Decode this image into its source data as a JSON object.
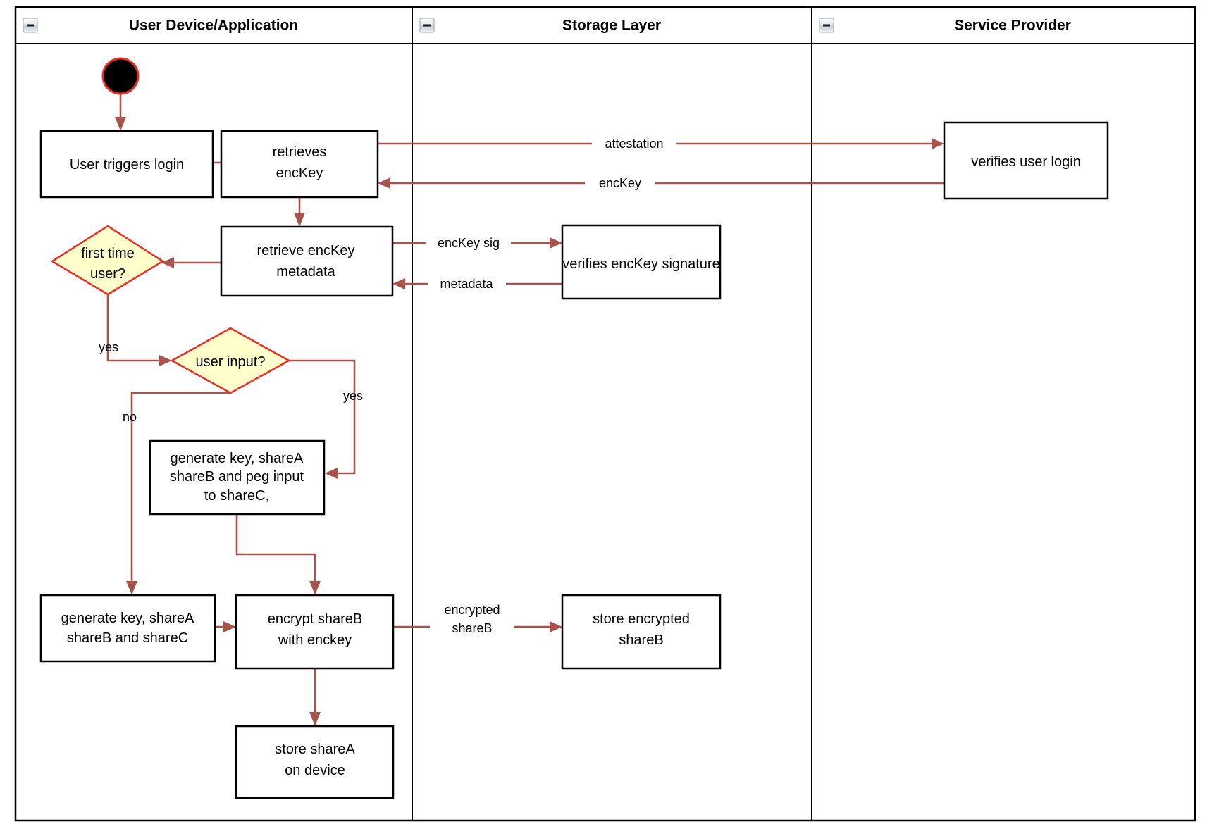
{
  "diagram": {
    "type": "uml-activity-swimlane",
    "title": "Login / key-share provisioning flow",
    "colors": {
      "flow_arrow": "#a9534d",
      "decision_fill": "#ffffcc",
      "decision_stroke": "#ee2b24",
      "node_fill": "#ffffff",
      "node_stroke": "#000000",
      "start_node_fill": "#000000",
      "start_node_stroke": "#ee2b24",
      "lane_divider": "#000000"
    },
    "lanes": [
      {
        "id": "lane-user-device",
        "label": "User Device/Application",
        "collapse_icon": "collapse-minus-icon"
      },
      {
        "id": "lane-storage",
        "label": "Storage Layer",
        "collapse_icon": "collapse-minus-icon"
      },
      {
        "id": "lane-service-provider",
        "label": "Service Provider",
        "collapse_icon": "collapse-minus-icon"
      }
    ],
    "nodes": [
      {
        "id": "start",
        "kind": "start",
        "lane": "lane-user-device",
        "label": ""
      },
      {
        "id": "user-triggers-login",
        "kind": "action",
        "lane": "lane-user-device",
        "lines": [
          "User triggers login"
        ]
      },
      {
        "id": "retrieves-enckey",
        "kind": "action",
        "lane": "lane-user-device",
        "lines": [
          "retrieves",
          "encKey"
        ]
      },
      {
        "id": "verifies-user-login",
        "kind": "action",
        "lane": "lane-service-provider",
        "lines": [
          "verifies user login"
        ]
      },
      {
        "id": "retrieve-enckey-metadata",
        "kind": "action",
        "lane": "lane-user-device",
        "lines": [
          "retrieve encKey",
          "metadata"
        ]
      },
      {
        "id": "verifies-enckey-signature",
        "kind": "action",
        "lane": "lane-storage",
        "lines": [
          "verifies encKey signature"
        ]
      },
      {
        "id": "first-time-user",
        "kind": "decision",
        "lane": "lane-user-device",
        "lines": [
          "first time",
          "user?"
        ]
      },
      {
        "id": "user-input",
        "kind": "decision",
        "lane": "lane-user-device",
        "lines": [
          "user input?"
        ]
      },
      {
        "id": "generate-peg-input",
        "kind": "action",
        "lane": "lane-user-device",
        "lines": [
          "generate key, shareA",
          "shareB and peg input",
          "to shareC,"
        ]
      },
      {
        "id": "generate-shares",
        "kind": "action",
        "lane": "lane-user-device",
        "lines": [
          "generate key, shareA",
          "shareB and shareC"
        ]
      },
      {
        "id": "encrypt-shareb",
        "kind": "action",
        "lane": "lane-user-device",
        "lines": [
          "encrypt shareB",
          "with enckey"
        ]
      },
      {
        "id": "store-encrypted-shareb",
        "kind": "action",
        "lane": "lane-storage",
        "lines": [
          "store encrypted",
          "shareB"
        ]
      },
      {
        "id": "store-sharea-on-device",
        "kind": "action",
        "lane": "lane-user-device",
        "lines": [
          "store shareA",
          "on device"
        ]
      }
    ],
    "edges": [
      {
        "id": "e-start",
        "from": "start",
        "to": "user-triggers-login",
        "label": ""
      },
      {
        "id": "e-login-retrieve",
        "from": "user-triggers-login",
        "to": "retrieves-enckey",
        "label": ""
      },
      {
        "id": "e-attestation",
        "from": "retrieves-enckey",
        "to": "verifies-user-login",
        "label": "attestation"
      },
      {
        "id": "e-enckey-back",
        "from": "verifies-user-login",
        "to": "retrieves-enckey",
        "label": "encKey"
      },
      {
        "id": "e-retrieve-meta",
        "from": "retrieves-enckey",
        "to": "retrieve-enckey-metadata",
        "label": ""
      },
      {
        "id": "e-enckey-sig",
        "from": "retrieve-enckey-metadata",
        "to": "verifies-enckey-signature",
        "label": "encKey sig"
      },
      {
        "id": "e-metadata",
        "from": "verifies-enckey-signature",
        "to": "retrieve-enckey-metadata",
        "label": "metadata"
      },
      {
        "id": "e-meta-firsttime",
        "from": "retrieve-enckey-metadata",
        "to": "first-time-user",
        "label": ""
      },
      {
        "id": "e-firsttime-yes",
        "from": "first-time-user",
        "to": "user-input",
        "label": "yes"
      },
      {
        "id": "e-userinput-yes",
        "from": "user-input",
        "to": "generate-peg-input",
        "label": "yes"
      },
      {
        "id": "e-userinput-no",
        "from": "user-input",
        "to": "generate-shares",
        "label": "no"
      },
      {
        "id": "e-peg-encrypt",
        "from": "generate-peg-input",
        "to": "encrypt-shareb",
        "label": ""
      },
      {
        "id": "e-shares-encrypt",
        "from": "generate-shares",
        "to": "encrypt-shareb",
        "label": ""
      },
      {
        "id": "e-encrypted-shareb",
        "from": "encrypt-shareb",
        "to": "store-encrypted-shareb",
        "label": "encrypted shareB",
        "label_lines": [
          "encrypted",
          "shareB"
        ]
      },
      {
        "id": "e-store-sharea",
        "from": "encrypt-shareb",
        "to": "store-sharea-on-device",
        "label": ""
      }
    ],
    "labels": {
      "attestation": "attestation",
      "enckey": "encKey",
      "enckey_sig": "encKey sig",
      "metadata": "metadata",
      "yes_first_time": "yes",
      "yes_user_input": "yes",
      "no_user_input": "no",
      "encrypted_line1": "encrypted",
      "encrypted_line2": "shareB"
    },
    "node_text": {
      "user_triggers_login": "User triggers login",
      "retrieves_l1": "retrieves",
      "retrieves_l2": "encKey",
      "verifies_user_login": "verifies user login",
      "retrieve_meta_l1": "retrieve encKey",
      "retrieve_meta_l2": "metadata",
      "verifies_enckey_signature": "verifies encKey signature",
      "first_time_l1": "first time",
      "first_time_l2": "user?",
      "user_input": "user input?",
      "peg_l1": "generate key, shareA",
      "peg_l2": "shareB and peg input",
      "peg_l3": "to shareC,",
      "shares_l1": "generate key, shareA",
      "shares_l2": "shareB and shareC",
      "encrypt_l1": "encrypt shareB",
      "encrypt_l2": "with enckey",
      "store_enc_l1": "store encrypted",
      "store_enc_l2": "shareB",
      "store_sharea_l1": "store shareA",
      "store_sharea_l2": "on device"
    }
  }
}
